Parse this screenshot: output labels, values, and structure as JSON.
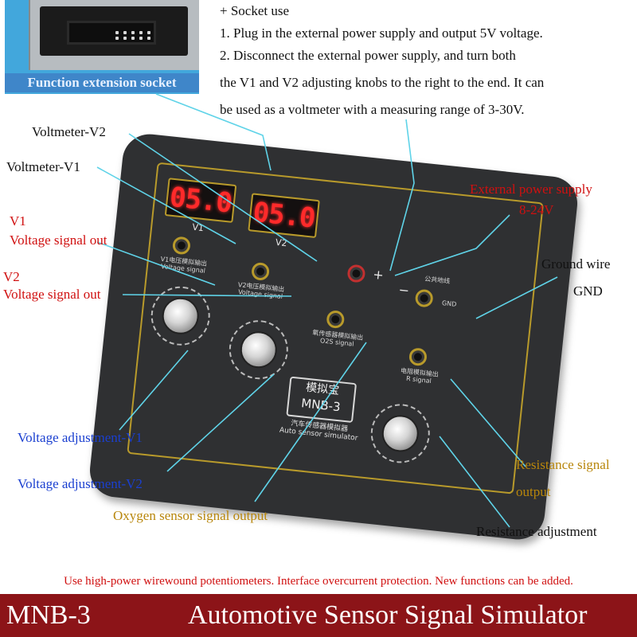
{
  "socket": {
    "caption": "Function extension socket"
  },
  "socket_use": {
    "title": "+ Socket use",
    "lines": [
      "1. Plug in the external power supply and output 5V voltage.",
      "2. Disconnect the external power supply, and turn both",
      "the V1 and V2 adjusting knobs to the right to the end. It can",
      "be used as a voltmeter with a measuring range of 3-30V."
    ]
  },
  "labels": {
    "voltmeter_v2": "Voltmeter-V2",
    "voltmeter_v1": "Voltmeter-V1",
    "v1_title": "V1",
    "v1_signal": "Voltage signal out",
    "v2_title": "V2",
    "v2_signal": "Voltage signal out",
    "ext_power": "External power supply",
    "ext_power_range": "8-24V",
    "ground_wire": "Ground wire",
    "gnd": "GND",
    "adj_v1": "Voltage adjustment-V1",
    "adj_v2": "Voltage adjustment-V2",
    "o2_output": "Oxygen sensor signal output",
    "resistance_output": "Resistance signal",
    "resistance_output_2": "output",
    "resistance_adj": "Resistance adjustment"
  },
  "device": {
    "display_v1": "05.0",
    "display_v2": "05.0",
    "display_v1_label": "V1",
    "display_v2_label": "V2",
    "plus": "+",
    "minus": "−",
    "jack_v1_text": "V1电压模拟输出\nVoltage signal",
    "jack_v2_text": "V2电压模拟输出\nVoltage signal",
    "jack_o2_text": "氧传感器模拟输出\nO2S signal",
    "jack_r_text": "电阻模拟输出\nR signal",
    "jack_gnd_cn": "公共地线",
    "jack_gnd_en": "GND",
    "brand_cn": "模拟宝",
    "brand_model": "MNB-3",
    "brand_sub_cn": "汽车传感器模拟器",
    "brand_sub_en": "Auto sensor simulator"
  },
  "footer": {
    "note": "Use high-power wirewound potentiometers. Interface overcurrent protection. New functions can be added.",
    "model": "MNB-3",
    "title": "Automotive Sensor Signal Simulator"
  },
  "colors": {
    "label_red": "#d01010",
    "label_blue": "#1a3fd0",
    "label_gold": "#b8860b",
    "leader_line": "#5fd3e8",
    "footer_bg": "#8c1418",
    "socket_bg": "#42a7dc",
    "display_digits": "#ff2a2a"
  }
}
